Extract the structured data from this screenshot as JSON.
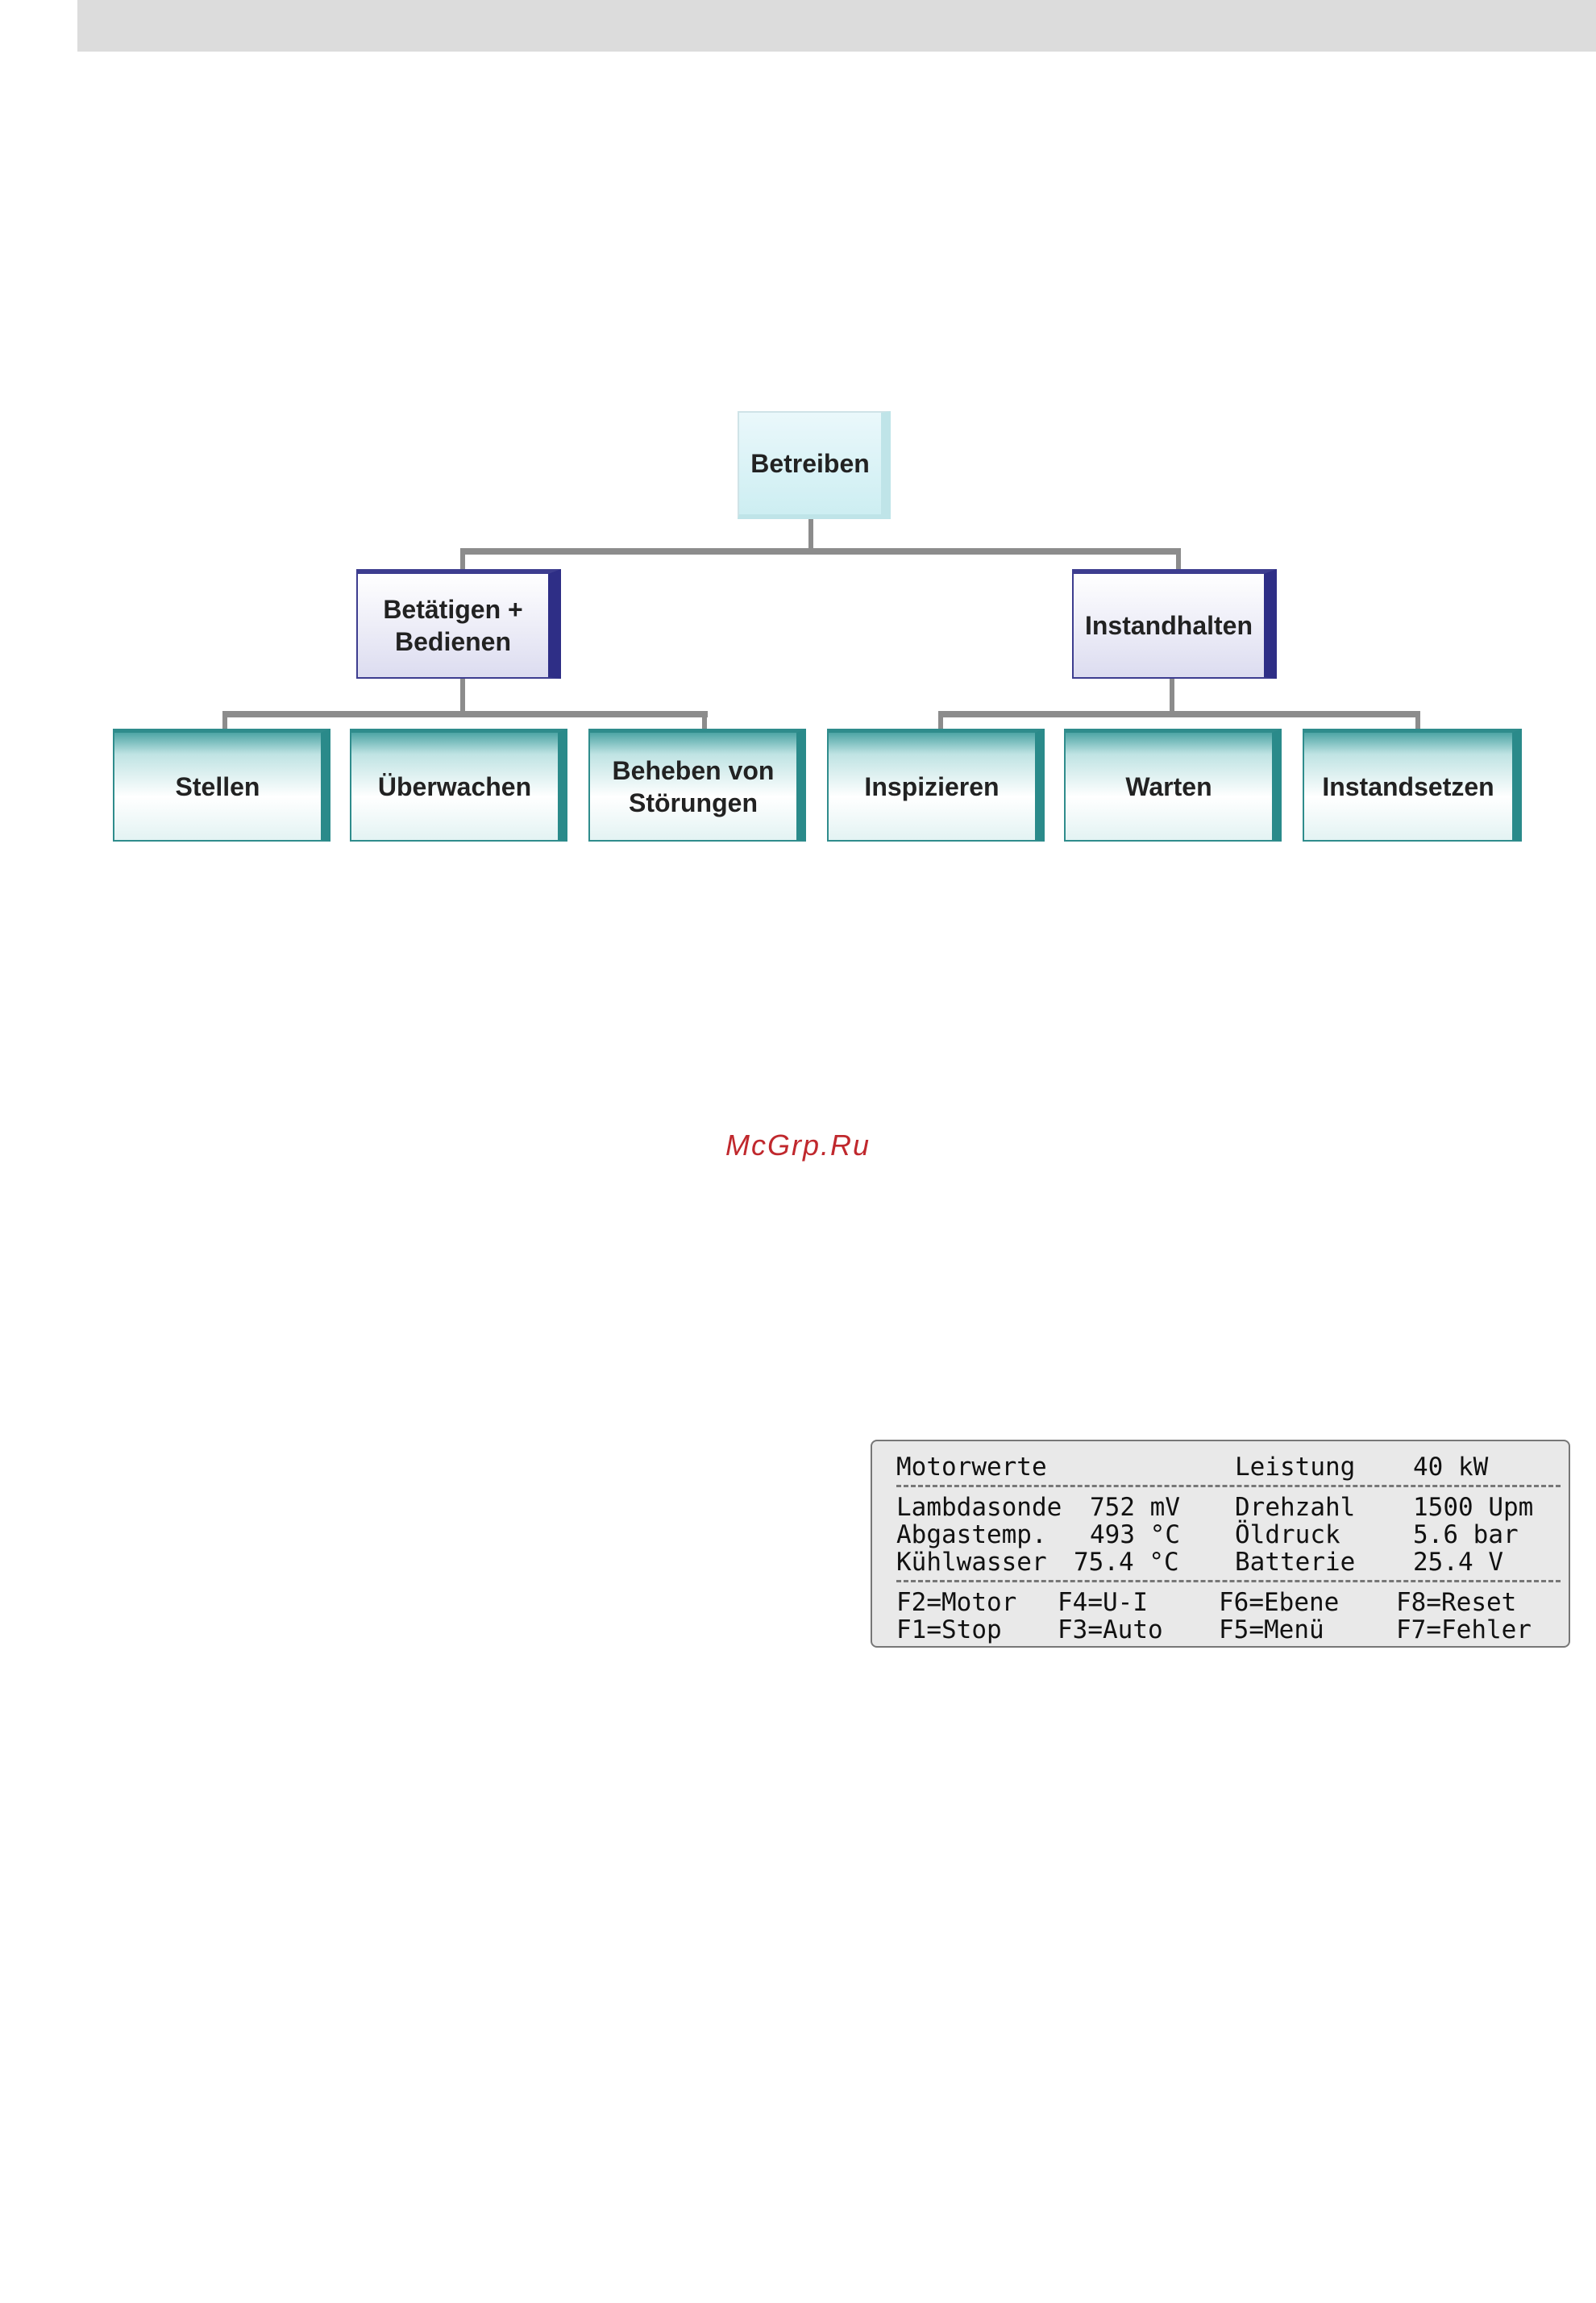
{
  "org_chart": {
    "root": "Betreiben",
    "level1": [
      {
        "label": "Betätigen +\nBedienen",
        "children": [
          "Stellen",
          "Überwachen",
          "Beheben von\nStörungen"
        ]
      },
      {
        "label": "Instandhalten",
        "children": [
          "Inspizieren",
          "Warten",
          "Instandsetzen"
        ]
      }
    ]
  },
  "watermark": "McGrp.Ru",
  "display": {
    "header": {
      "title": "Motorwerte",
      "label": "Leistung",
      "value": "40 kW"
    },
    "rows": [
      {
        "left_label": "Lambdasonde",
        "left_value": "752 mV",
        "right_label": "Drehzahl",
        "right_value": "1500 Upm"
      },
      {
        "left_label": "Abgastemp.",
        "left_value": "493 °C",
        "right_label": "Öldruck",
        "right_value": "5.6 bar"
      },
      {
        "left_label": "Kühlwasser",
        "left_value": "75.4 °C",
        "right_label": "Batterie",
        "right_value": "25.4 V"
      }
    ],
    "function_keys": [
      [
        "F2=Motor",
        "F4=U-I",
        "F6=Ebene",
        "F8=Reset"
      ],
      [
        "F1=Stop",
        "F3=Auto",
        "F5=Menü",
        "F7=Fehler"
      ]
    ]
  }
}
